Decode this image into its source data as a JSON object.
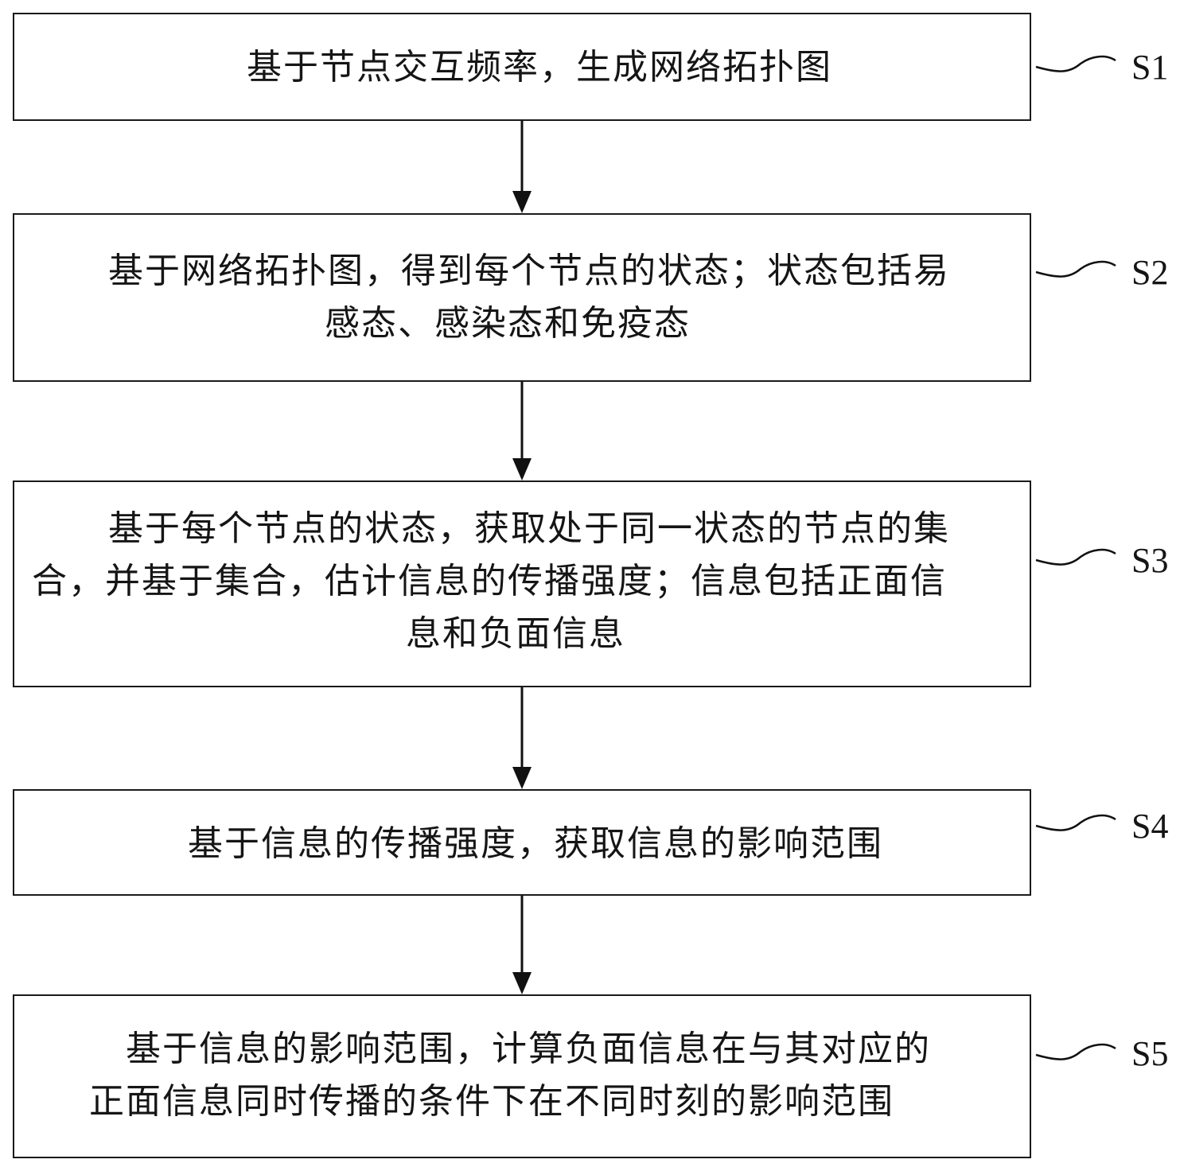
{
  "steps": [
    {
      "id": "S1",
      "label": "S1",
      "lines": [
        "基于节点交互频率，生成网络拓扑图"
      ]
    },
    {
      "id": "S2",
      "label": "S2",
      "lines": [
        "基于网络拓扑图，得到每个节点的状态；状态包括易",
        "感态、感染态和免疫态"
      ]
    },
    {
      "id": "S3",
      "label": "S3",
      "lines": [
        "基于每个节点的状态，获取处于同一状态的节点的集",
        "合，并基于集合，估计信息的传播强度；信息包括正面信",
        "息和负面信息"
      ]
    },
    {
      "id": "S4",
      "label": "S4",
      "lines": [
        "基于信息的传播强度，获取信息的影响范围"
      ]
    },
    {
      "id": "S5",
      "label": "S5",
      "lines": [
        "基于信息的影响范围，计算负面信息在与其对应的",
        "正面信息同时传播的条件下在不同时刻的影响范围"
      ]
    }
  ]
}
